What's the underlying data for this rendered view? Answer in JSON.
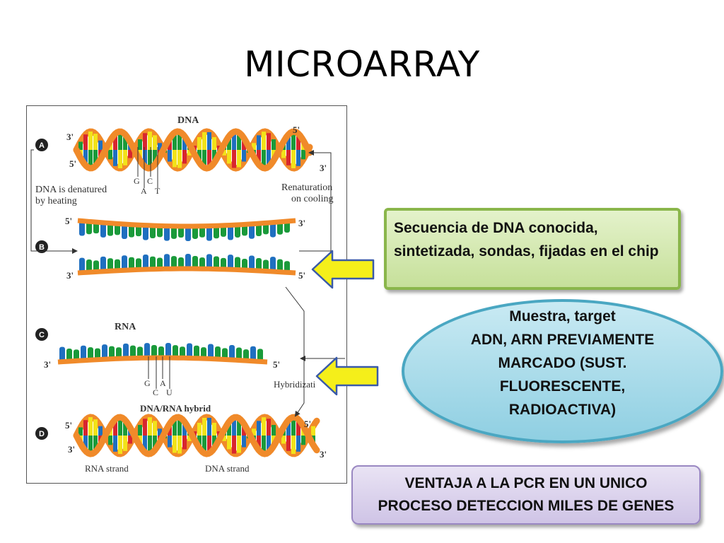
{
  "slide": {
    "title": "MICROARRAY"
  },
  "figure": {
    "labels": {
      "a": "A",
      "b": "B",
      "c": "C",
      "d": "D",
      "dna": "DNA",
      "rna": "RNA",
      "hybrid": "DNA/RNA hybrid",
      "denatured_1": "DNA is denatured",
      "denatured_2": "by heating",
      "renaturation_1": "Renaturation",
      "renaturation_2": "on cooling",
      "hybridization": "Hybridizati",
      "rna_strand": "RNA strand",
      "dna_strand": "DNA strand",
      "three_prime": "3'",
      "five_prime": "5'",
      "base_g": "G",
      "base_c": "C",
      "base_a": "A",
      "base_t": "T",
      "base_u": "U"
    },
    "colors": {
      "backbone": "#f08a2a",
      "base_green": "#1a9a3a",
      "base_blue": "#1f6fc0",
      "base_yellow": "#f2e21a",
      "base_red": "#d8262e",
      "arrow_yellow": "#f5ef1a",
      "arrow_border": "#3a5aa8"
    }
  },
  "callouts": {
    "probe": "Secuencia de DNA conocida, sintetizada, sondas, fijadas en el chip",
    "sample_lines": [
      "Muestra, target",
      "ADN, ARN PREVIAMENTE",
      "MARCADO (SUST.",
      "FLUORESCENTE,",
      "RADIOACTIVA)"
    ],
    "advantage_lines": [
      "VENTAJA A LA PCR EN UN UNICO",
      "PROCESO DETECCION MILES DE GENES"
    ]
  }
}
